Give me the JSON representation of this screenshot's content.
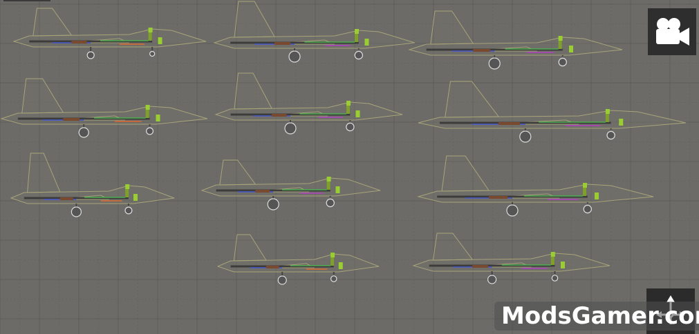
{
  "toolbar": {
    "camera_button": "camera-icon",
    "move_tool": "move-arrows-icon"
  },
  "watermark": "ModsGamer.com",
  "scene": {
    "object_type": "jet aircraft (wireframe)",
    "count": 11
  },
  "colors": {
    "background": "#6c6b68",
    "grid": "#5f5e5b",
    "outline": "#a8a47a",
    "pilot": "#9acd32",
    "button_bg": "#2e2e2e"
  }
}
